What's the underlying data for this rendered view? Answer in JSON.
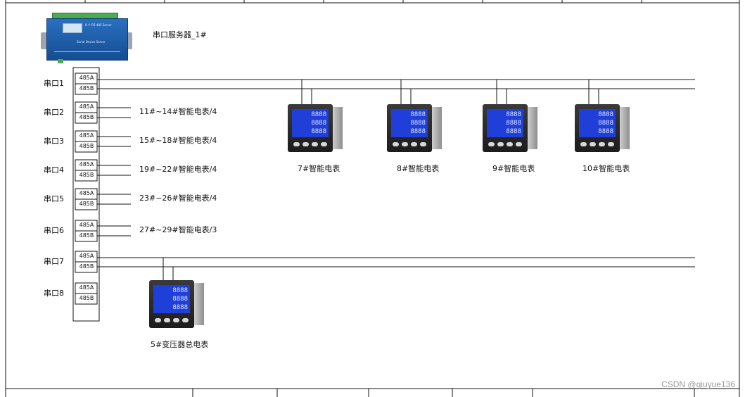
{
  "server": {
    "label": "串口服务器_1#",
    "device_model": "8 个 RS-485 Server",
    "device_brand": "Serial Device Server"
  },
  "ports": [
    {
      "name": "串口1",
      "signals": [
        "485A",
        "485B"
      ],
      "bus": true,
      "text": ""
    },
    {
      "name": "串口2",
      "signals": [
        "485A",
        "485B"
      ],
      "bus": false,
      "text": "11#~14#智能电表/4"
    },
    {
      "name": "串口3",
      "signals": [
        "485A",
        "485B"
      ],
      "bus": false,
      "text": "15#~18#智能电表/4"
    },
    {
      "name": "串口4",
      "signals": [
        "485A",
        "485B"
      ],
      "bus": false,
      "text": "19#~22#智能电表/4"
    },
    {
      "name": "串口5",
      "signals": [
        "485A",
        "485B"
      ],
      "bus": false,
      "text": "23#~26#智能电表/4"
    },
    {
      "name": "串口6",
      "signals": [
        "485A",
        "485B"
      ],
      "bus": false,
      "text": "27#~29#智能电表/3"
    },
    {
      "name": "串口7",
      "signals": [
        "485A",
        "485B"
      ],
      "bus": true,
      "text": ""
    },
    {
      "name": "串口8",
      "signals": [
        "485A",
        "485B"
      ],
      "bus": false,
      "text": ""
    }
  ],
  "meters_bus1": [
    {
      "label": "7#智能电表"
    },
    {
      "label": "8#智能电表"
    },
    {
      "label": "9#智能电表"
    },
    {
      "label": "10#智能电表"
    }
  ],
  "meters_bus7": [
    {
      "label": "5#变压器总电表"
    }
  ],
  "meter_display": "8888",
  "watermark": "CSDN @qiuyue136",
  "colors": {
    "line": "#111111",
    "frame": "#222222",
    "device_blue": "#1a5aa8",
    "lcd_blue": "#1f3fd8",
    "meter_body": "#2a2a2a"
  }
}
